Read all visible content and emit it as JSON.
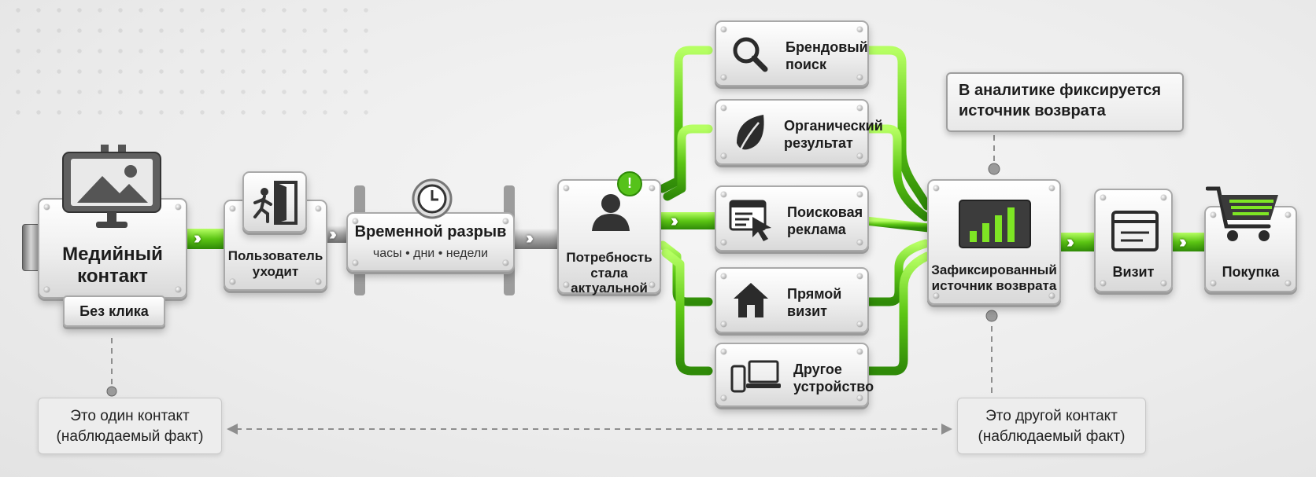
{
  "nodes": {
    "media": {
      "line1": "Медийный",
      "line2": "контакт",
      "tag": "Без клика"
    },
    "leaves": {
      "line1": "Пользователь",
      "line2": "уходит"
    },
    "gap": {
      "title": "Временной разрыв",
      "subtitle": "часы • дни • недели"
    },
    "need": {
      "line1": "Потребность",
      "line2": "стала актуальной",
      "badge": "!"
    },
    "brand": {
      "line1": "Брендовый",
      "line2": "поиск"
    },
    "organic": {
      "line1": "Органический",
      "line2": "результат"
    },
    "paid": {
      "line1": "Поисковая",
      "line2": "реклама"
    },
    "direct": {
      "line1": "Прямой",
      "line2": "визит"
    },
    "device": {
      "line1": "Другое",
      "line2": "устройство"
    },
    "recorded": {
      "line1": "Зафиксированный",
      "line2": "источник возврата"
    },
    "visit": {
      "label": "Визит"
    },
    "purchase": {
      "label": "Покупка"
    }
  },
  "notes": {
    "analytics": {
      "line1": "В аналитике фиксируется",
      "line2": "источник возврата"
    },
    "first": {
      "line1": "Это один контакт",
      "line2": "(наблюдаемый факт)"
    },
    "second": {
      "line1": "Это другой контакт",
      "line2": "(наблюдаемый факт)"
    }
  },
  "icons": [
    "image-icon",
    "exit-door-icon",
    "clock-icon",
    "user-icon",
    "search-icon",
    "leaf-icon",
    "ad-cursor-icon",
    "home-icon",
    "devices-icon",
    "bar-chart-icon",
    "browser-window-icon",
    "shopping-cart-icon"
  ],
  "colors": {
    "pipe_green": "#6fd31b",
    "box_gray": "#e6e6e6",
    "accent": "#4caf14"
  }
}
